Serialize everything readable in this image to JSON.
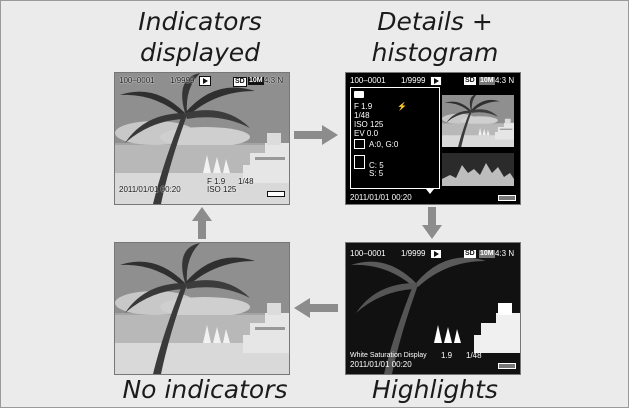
{
  "captions": {
    "top_left": [
      "Indicators",
      "displayed"
    ],
    "top_right": [
      "Details +",
      "histogram"
    ],
    "bottom_left": "No indicators",
    "bottom_right": "Highlights"
  },
  "overlay": {
    "frame_no": "100–0001",
    "count": "1/9999",
    "sd": "SD",
    "size": "10M",
    "ratio_q": "4:3 N",
    "datetime": "2011/01/01 00:20",
    "aperture": "F 1.9",
    "shutter": "1/48",
    "iso": "ISO 125",
    "ev": "EV 0.0",
    "wb": "A:0, G:0",
    "color": "C: 5",
    "sharp": "S: 5",
    "white_sat": "White Saturation Display",
    "aperture_short": "1.9"
  },
  "icons": [
    "play-icon",
    "camera-icon",
    "flash-icon",
    "battery-icon",
    "arrow-right",
    "arrow-down",
    "arrow-left",
    "arrow-up"
  ]
}
